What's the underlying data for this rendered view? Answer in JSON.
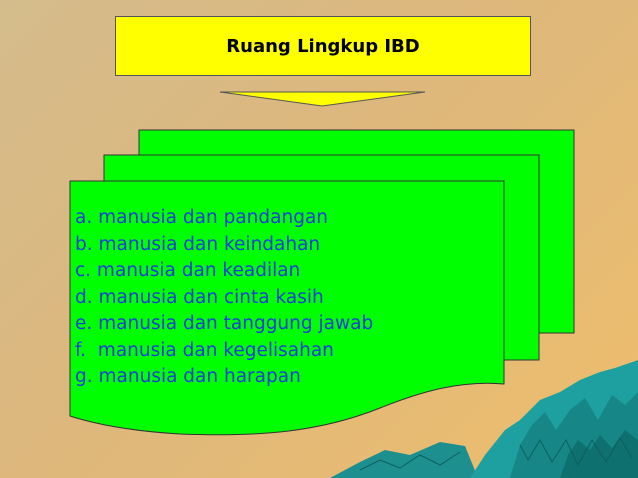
{
  "slide": {
    "title": "Ruang Lingkup IBD",
    "items": [
      "a. manusia dan pandangan",
      "b. manusia dan keindahan",
      "c. manusia dan keadilan",
      "d. manusia dan cinta kasih",
      "e. manusia dan tanggung jawab",
      "f.  manusia dan kegelisahan",
      "g. manusia dan harapan"
    ]
  },
  "colors": {
    "title_fill": "#ffff00",
    "card_fill": "#00ff00",
    "text": "#1a3be0",
    "mountain": "#1e9a9a"
  }
}
